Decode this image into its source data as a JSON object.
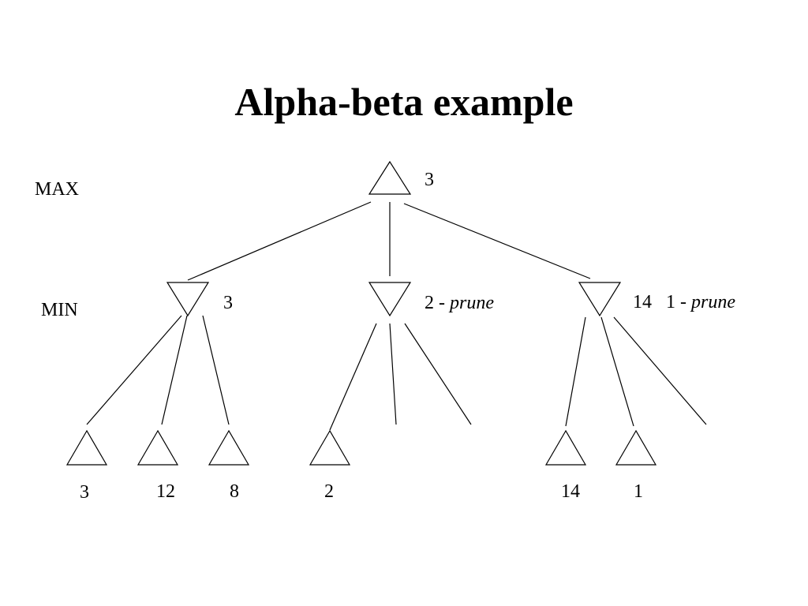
{
  "title": "Alpha-beta example",
  "levels": {
    "max": "MAX",
    "min": "MIN"
  },
  "root": {
    "value": "3"
  },
  "min_nodes": [
    {
      "value": "3",
      "note": "",
      "prune_word": ""
    },
    {
      "value": "2",
      "note": " - ",
      "prune_word": "prune"
    },
    {
      "value": "14",
      "note": "   1 - ",
      "prune_word": "prune"
    }
  ],
  "leaves": [
    {
      "value": "3"
    },
    {
      "value": "12"
    },
    {
      "value": "8"
    },
    {
      "value": "2"
    },
    {
      "value": "14"
    },
    {
      "value": "1"
    }
  ],
  "colors": {
    "background": "#ffffff",
    "ink": "#000000"
  }
}
